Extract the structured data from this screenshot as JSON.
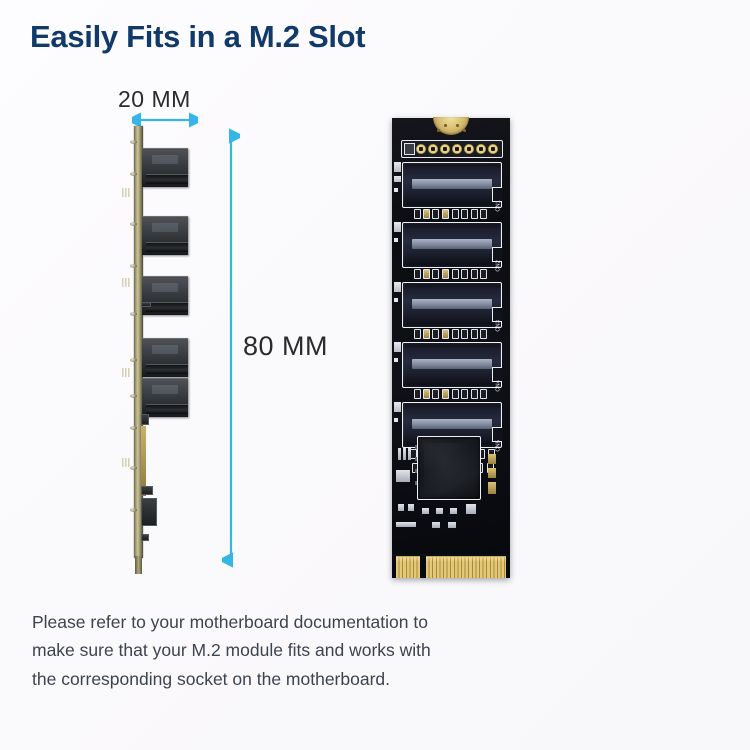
{
  "page": {
    "background_color": "#fbfafc",
    "headline": "Easily Fits in a M.2 Slot",
    "headline_color": "#113a6b"
  },
  "dimensions": {
    "width_label": "20 MM",
    "height_label": "80 MM",
    "arrow_color": "#35b6e8",
    "label_color": "#2b2b2b"
  },
  "footer": {
    "note": "Please refer to your motherboard documentation to make sure that your M.2 module fits and works with the corresponding socket on the motherboard.",
    "color": "#3c4450"
  },
  "side_view": {
    "name": "side-profile-of-adapter-card",
    "pcb_color": "#9d9871",
    "connector_color": "#3c4045",
    "sata_connector_count": 5
  },
  "main_board": {
    "name": "m2-sata-adapter-card-top-view",
    "pcb_color": "#0c0d12",
    "silkscreen_color": "#f0f2f6",
    "gold_color": "#d9c178",
    "mount_notch": "semicircular-gold-mounting-notch",
    "pin_header_holes": 7,
    "sata_connectors": [
      {
        "label": "CN1"
      },
      {
        "label": "CN2"
      },
      {
        "label": "CN3"
      },
      {
        "label": "CN4"
      },
      {
        "label": "CN5"
      }
    ],
    "controller_chip": "main-sata-controller-ic",
    "edge_connector": "m2-b-key-gold-edge-fingers"
  }
}
